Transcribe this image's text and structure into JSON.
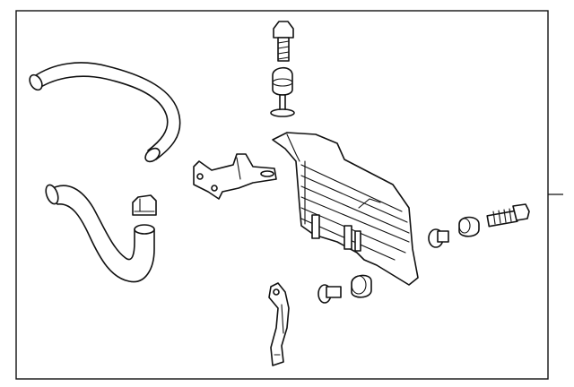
{
  "diagram": {
    "style": "exploded parts line drawing",
    "colors": {
      "line": "#111111",
      "background": "#ffffff"
    },
    "parts": [
      "upper-hose",
      "lower-hose",
      "hose-clamp",
      "mounting-bracket",
      "upper-bolt",
      "upper-grommet",
      "upper-pin",
      "oil-cooler",
      "lower-bracket",
      "lower-grommet",
      "lower-pin",
      "right-pin",
      "right-grommet",
      "right-bolt"
    ]
  }
}
